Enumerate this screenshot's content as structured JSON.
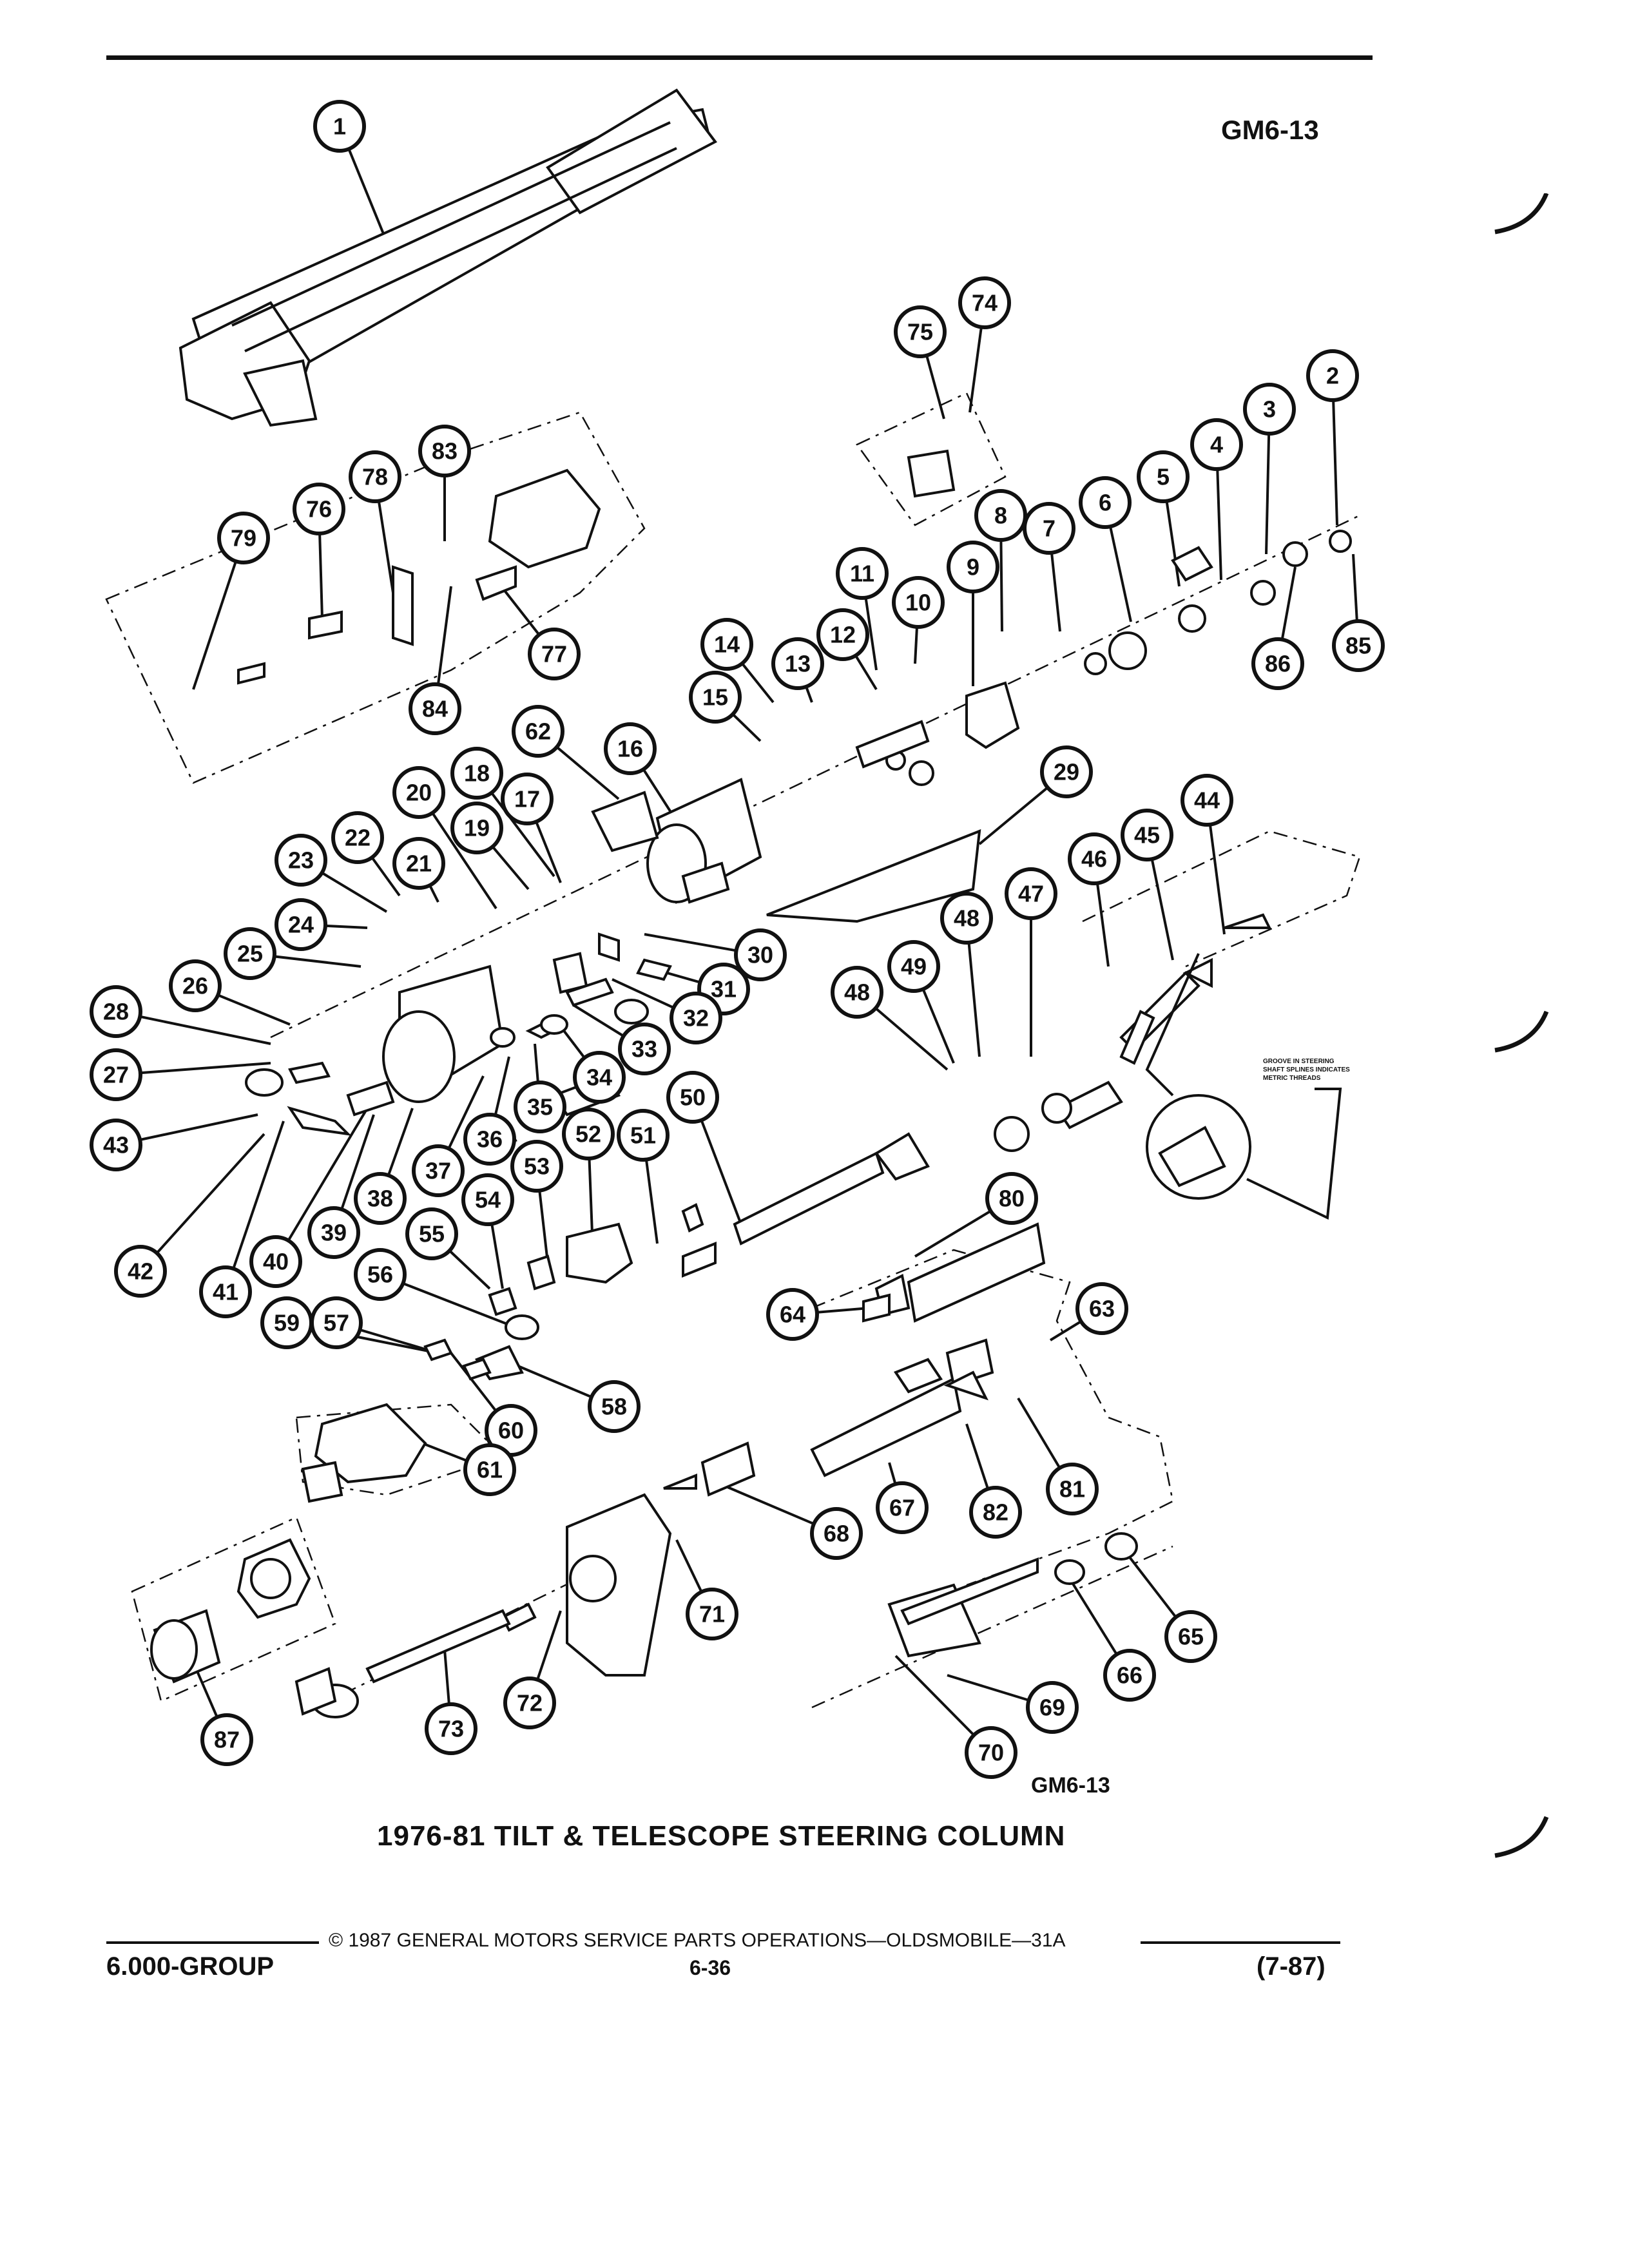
{
  "header": {
    "code": "GM6-13"
  },
  "figure": {
    "caption_code": "GM6-13",
    "title": "1976-81 TILT & TELESCOPE STEERING COLUMN",
    "note": "GROOVE IN STEERING SHAFT SPLINES INDICATES METRIC THREADS",
    "callouts": [
      "1",
      "2",
      "3",
      "4",
      "5",
      "6",
      "7",
      "8",
      "9",
      "10",
      "11",
      "12",
      "13",
      "14",
      "15",
      "16",
      "17",
      "18",
      "19",
      "20",
      "21",
      "22",
      "23",
      "24",
      "25",
      "26",
      "27",
      "28",
      "29",
      "30",
      "31",
      "32",
      "33",
      "34",
      "35",
      "36",
      "37",
      "38",
      "39",
      "40",
      "41",
      "42",
      "43",
      "44",
      "45",
      "46",
      "47",
      "48",
      "48",
      "49",
      "50",
      "51",
      "52",
      "53",
      "54",
      "55",
      "56",
      "57",
      "58",
      "59",
      "60",
      "61",
      "62",
      "63",
      "64",
      "65",
      "66",
      "67",
      "68",
      "69",
      "70",
      "71",
      "72",
      "73",
      "74",
      "75",
      "76",
      "77",
      "78",
      "79",
      "80",
      "81",
      "82",
      "83",
      "84",
      "85",
      "86",
      "87"
    ]
  },
  "footer": {
    "copyright": "© 1987 GENERAL MOTORS SERVICE PARTS OPERATIONS—OLDSMOBILE—31A",
    "group": "6.000-GROUP",
    "page": "6-36",
    "date": "(7-87)"
  }
}
